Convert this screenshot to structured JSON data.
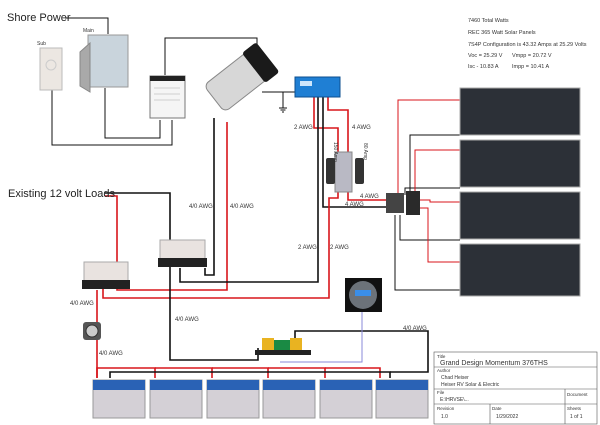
{
  "labels": {
    "shore_power": "Shore Power",
    "existing_loads": "Existing 12 volt Loads",
    "sub": "Sub",
    "main": "Main"
  },
  "specs": [
    "7460 Total Watts",
    "REC 365 Watt Solar Panels",
    "7S4P Configuration is 43.32 Amps at 25.29 Volts",
    "Voc = 25.29 V",
    "Vmpp = 20.72 V",
    "Isc - 10.83 A",
    "Impp = 10.41 A"
  ],
  "wire_labels": {
    "controller_neg": "2 AWG",
    "controller_pos": "4 AWG",
    "breaker_150": "150 Amp",
    "breaker_80": "80 Amp",
    "pv_pos": "4 AWG",
    "pv_neg": "4 AWG",
    "inverter_neg": "4/0 AWG",
    "inverter_pos": "4/0 AWG",
    "controller_out_neg": "2 AWG",
    "controller_out_pos": "2 AWG",
    "busbar_pos": "4/0 AWG",
    "busbar_neg": "4/0 AWG",
    "switch_to_battery": "4/0 AWG",
    "shunt_to_battery": "4/0 AWG"
  },
  "title_block": {
    "title_label": "Title",
    "title": "Grand Design Momentum 376THS",
    "author_label": "Author",
    "author_name": "Chad Heiser",
    "author_company": "Heiser RV Solar & Electric",
    "file_label": "File",
    "file": "E:\\HRVSE\\...",
    "document_label": "Document",
    "revision_label": "Revision",
    "revision": "1.0",
    "date_label": "Date",
    "date": "1/29/2022",
    "sheets_label": "Sheets",
    "sheets": "1 of 1"
  },
  "colors": {
    "positive": "#d8161b",
    "negative": "#111111",
    "controller": "#1f7fd4"
  }
}
